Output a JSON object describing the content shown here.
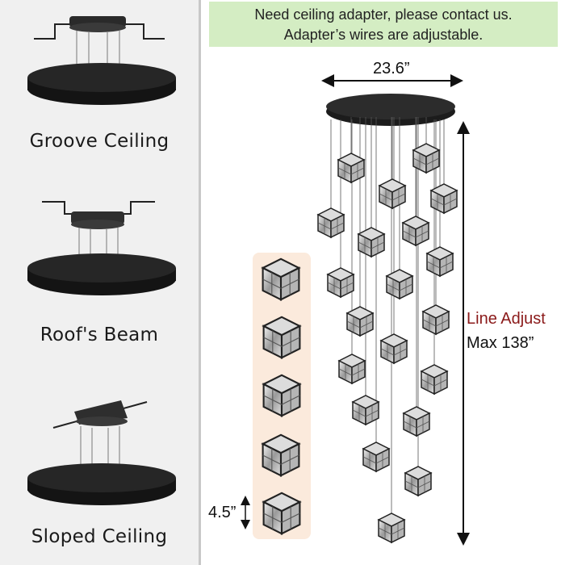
{
  "banner": {
    "line1": "Need ceiling adapter, please contact us.",
    "line2": "Adapter’s wires are adjustable."
  },
  "mount_types": [
    {
      "label": "Groove Ceiling"
    },
    {
      "label": "Roof's Beam"
    },
    {
      "label": "Sloped Ceiling"
    }
  ],
  "dimensions": {
    "canopy_width": "23.6”",
    "line_adjust_label": "Line Adjust",
    "max_length": "Max 138”",
    "crystal_height": "4.5”"
  },
  "colors": {
    "banner_bg": "#d4edc3",
    "line_adjust_text": "#8b1a1a",
    "left_panel_bg": "#f0f0f0",
    "crystal_strip_bg": "#fbeadc"
  }
}
